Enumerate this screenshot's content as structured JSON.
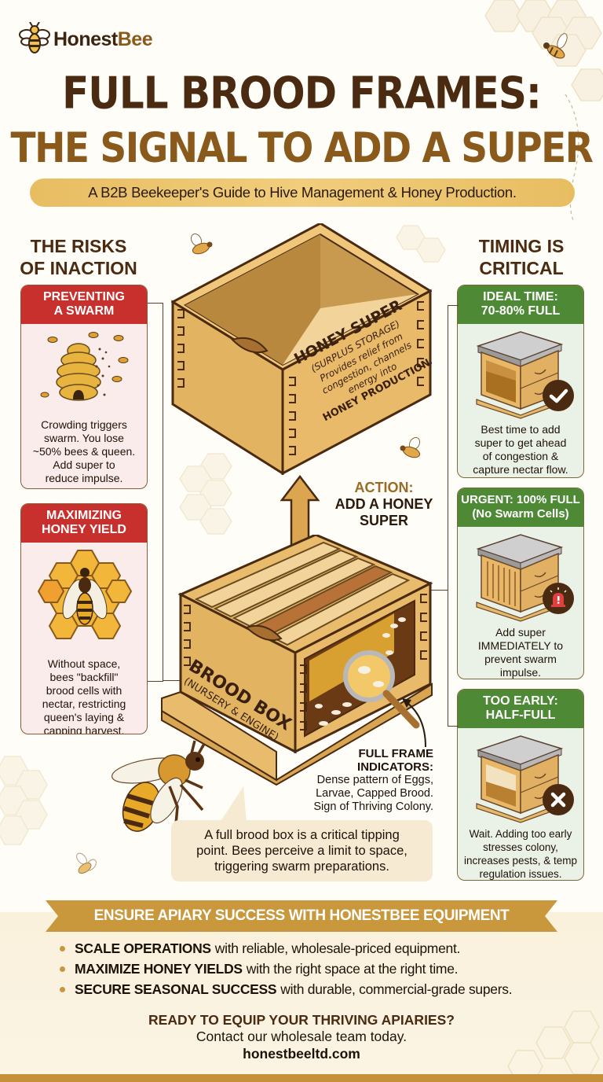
{
  "brand": {
    "name_part1": "Honest",
    "name_part2": "Bee",
    "logo_icon": "bee-logo-icon"
  },
  "header": {
    "title_line1": "FULL BROOD FRAMES:",
    "title_line2": "THE SIGNAL TO ADD A SUPER",
    "subtitle": "A B2B Beekeeper's Guide to Hive Management & Honey Production."
  },
  "risks": {
    "heading_line1": "THE RISKS",
    "heading_line2": "OF INACTION",
    "cards": [
      {
        "title_line1": "PREVENTING",
        "title_line2": "A SWARM",
        "icon": "skep-swarm-icon",
        "body": [
          "Crowding triggers",
          "swarm. You lose",
          "~50% bees & queen.",
          "Add super to",
          "reduce impulse."
        ]
      },
      {
        "title_line1": "MAXIMIZING",
        "title_line2": "HONEY YIELD",
        "icon": "honeycomb-bee-icon",
        "body": [
          "Without space,",
          "bees \"backfill\"",
          "brood cells with",
          "nectar, restricting",
          "queen's laying &",
          "capping harvest."
        ]
      }
    ]
  },
  "timing": {
    "heading_line1": "TIMING IS",
    "heading_line2": "CRITICAL",
    "cards": [
      {
        "title_line1": "IDEAL TIME:",
        "title_line2": "70-80% FULL",
        "badge": "check-icon",
        "body": [
          "Best time to add",
          "super to get ahead",
          "of congestion &",
          "capture nectar flow."
        ]
      },
      {
        "title_line1": "URGENT: 100% FULL",
        "title_line2": "(No Swarm Cells)",
        "badge": "alarm-icon",
        "body": [
          "Add super",
          "IMMEDIATELY to",
          "prevent swarm",
          "impulse."
        ]
      },
      {
        "title_line1": "TOO EARLY:",
        "title_line2": "HALF-FULL",
        "badge": "x-icon",
        "body": [
          "Wait. Adding too early",
          "stresses colony,",
          "increases pests, & temp",
          "regulation issues."
        ]
      }
    ]
  },
  "center": {
    "super_box": {
      "title": "HONEY SUPER",
      "subtitle": "(SURPLUS STORAGE)",
      "lines": [
        "Provides relief from",
        "congestion, channels",
        "energy into",
        "HONEY PRODUCTION."
      ]
    },
    "action": {
      "line1": "ACTION:",
      "line2": "ADD A HONEY",
      "line3": "SUPER"
    },
    "brood_box": {
      "title": "BROOD BOX",
      "subtitle": "(NURSERY & ENGINE)"
    },
    "indicators": {
      "title_line1": "FULL FRAME",
      "title_line2": "INDICATORS:",
      "lines": [
        "Dense pattern of Eggs,",
        "Larvae, Capped Brood.",
        "Sign of Thriving Colony."
      ]
    },
    "callout": [
      "A full brood box is a critical tipping",
      "point. Bees perceive a limit to space,",
      "triggering swarm preparations."
    ]
  },
  "footer": {
    "banner": "ENSURE APIARY SUCCESS WITH HONESTBEE EQUIPMENT",
    "bullets": [
      {
        "bold": "SCALE OPERATIONS",
        "text": "with reliable, wholesale-priced equipment."
      },
      {
        "bold": "MAXIMIZE HONEY YIELDS",
        "text": "with the right space at the right time."
      },
      {
        "bold": "SECURE SEASONAL SUCCESS",
        "text": "with durable, commercial-grade supers."
      }
    ],
    "cta_question": "READY TO EQUIP YOUR THRIVING APIARIES?",
    "cta_contact": "Contact our wholesale team today.",
    "cta_url": "honestbeeltd.com"
  },
  "colors": {
    "brown_dark": "#4a2a10",
    "honey": "#8a5a1c",
    "gold": "#e8bd62",
    "risk_red": "#c8302e",
    "timing_green": "#4e8a36",
    "wood": "#e2b462"
  }
}
